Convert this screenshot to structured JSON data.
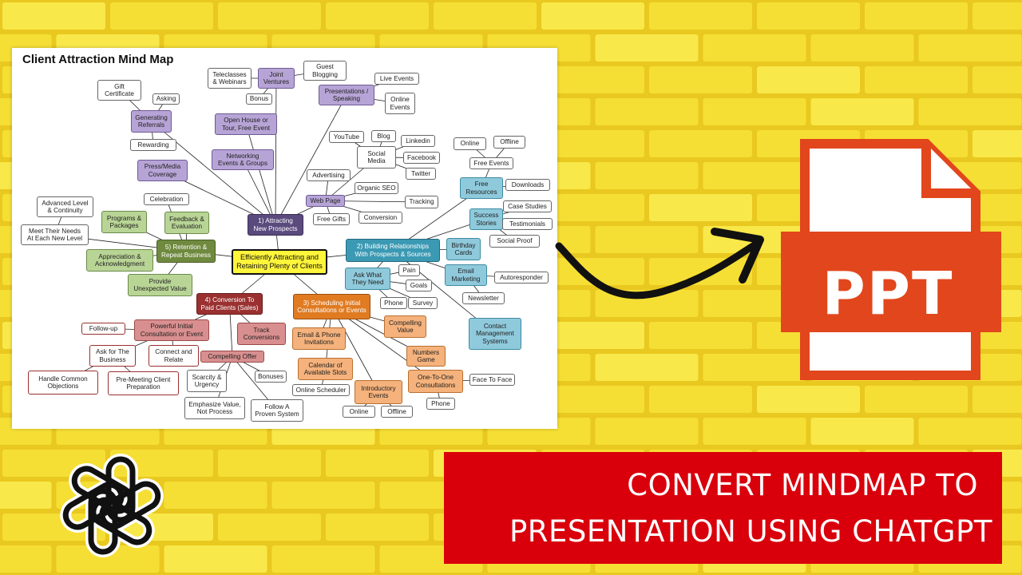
{
  "mindmap": {
    "title": "Client Attraction Mind Map",
    "center": "Efficiently Attracting and\nRetaining Plenty of Clients",
    "nodes": [
      {
        "id": "attract",
        "label": "1) Attracting\nNew Prospects"
      },
      {
        "id": "joint",
        "label": "Joint\nVentures"
      },
      {
        "id": "teleclasses",
        "label": "Teleclasses\n& Webinars"
      },
      {
        "id": "guest",
        "label": "Guest\nBlogging"
      },
      {
        "id": "bonus",
        "label": "Bonus"
      },
      {
        "id": "presentations",
        "label": "Presentations /\nSpeaking"
      },
      {
        "id": "liveevents",
        "label": "Live Events"
      },
      {
        "id": "onlineevents",
        "label": "Online\nEvents"
      },
      {
        "id": "openhouse",
        "label": "Open House or\nTour, Free Event"
      },
      {
        "id": "networking",
        "label": "Networking\nEvents & Groups"
      },
      {
        "id": "press",
        "label": "Press/Media\nCoverage"
      },
      {
        "id": "generating",
        "label": "Generating\nReferrals"
      },
      {
        "id": "gift",
        "label": "Gift\nCertificate"
      },
      {
        "id": "asking",
        "label": "Asking"
      },
      {
        "id": "rewarding",
        "label": "Rewarding"
      },
      {
        "id": "webpage",
        "label": "Web Page"
      },
      {
        "id": "advertising",
        "label": "Advertising"
      },
      {
        "id": "social",
        "label": "Social\nMedia"
      },
      {
        "id": "youtube",
        "label": "YouTube"
      },
      {
        "id": "blog",
        "label": "Blog"
      },
      {
        "id": "linkedin",
        "label": "Linkedin"
      },
      {
        "id": "facebook",
        "label": "Facebook"
      },
      {
        "id": "twitter",
        "label": "Twitter"
      },
      {
        "id": "organicseo",
        "label": "Organic SEO"
      },
      {
        "id": "tracking",
        "label": "Tracking"
      },
      {
        "id": "freegifts",
        "label": "Free Gifts"
      },
      {
        "id": "conversion",
        "label": "Conversion"
      },
      {
        "id": "relations",
        "label": "2) Building Relationships\nWith Prospects & Sources"
      },
      {
        "id": "freeres",
        "label": "Free\nResources"
      },
      {
        "id": "freeevents",
        "label": "Free Events"
      },
      {
        "id": "online1",
        "label": "Online"
      },
      {
        "id": "offline1",
        "label": "Offline"
      },
      {
        "id": "downloads",
        "label": "Downloads"
      },
      {
        "id": "success",
        "label": "Success\nStories"
      },
      {
        "id": "casestudies",
        "label": "Case Studies"
      },
      {
        "id": "testimonials",
        "label": "Testimonials"
      },
      {
        "id": "socialproof",
        "label": "Social Proof"
      },
      {
        "id": "birthday",
        "label": "Birthday\nCards"
      },
      {
        "id": "email",
        "label": "Email\nMarketing"
      },
      {
        "id": "autoresponder",
        "label": "Autoresponder"
      },
      {
        "id": "newsletter",
        "label": "Newsletter"
      },
      {
        "id": "contact",
        "label": "Contact\nManagement\nSystems"
      },
      {
        "id": "askwhat",
        "label": "Ask What\nThey Need"
      },
      {
        "id": "pain",
        "label": "Pain"
      },
      {
        "id": "goals",
        "label": "Goals"
      },
      {
        "id": "phone1",
        "label": "Phone"
      },
      {
        "id": "survey",
        "label": "Survey"
      },
      {
        "id": "retention",
        "label": "5) Retention &\nRepeat Business"
      },
      {
        "id": "celebration",
        "label": "Celebration"
      },
      {
        "id": "feedback",
        "label": "Feedback &\nEvaluation"
      },
      {
        "id": "programs",
        "label": "Programs &\nPackages"
      },
      {
        "id": "advanced",
        "label": "Advanced Level\n& Continuity"
      },
      {
        "id": "meetneeds",
        "label": "Meet Their Needs\nAt Each New Level"
      },
      {
        "id": "appreciation",
        "label": "Appreciation &\nAcknowledgment"
      },
      {
        "id": "provide",
        "label": "Provide\nUnexpected Value"
      },
      {
        "id": "conversionpaid",
        "label": "4) Conversion To\nPaid Clients (Sales)"
      },
      {
        "id": "powerful",
        "label": "Powerful Initial\nConsultation or Event"
      },
      {
        "id": "followup",
        "label": "Follow-up"
      },
      {
        "id": "trackconv",
        "label": "Track\nConversions"
      },
      {
        "id": "askbusiness",
        "label": "Ask for The\nBusiness"
      },
      {
        "id": "connect",
        "label": "Connect and\nRelate"
      },
      {
        "id": "handle",
        "label": "Handle Common\nObjections"
      },
      {
        "id": "premeeting",
        "label": "Pre-Meeting Client\nPreparation"
      },
      {
        "id": "compellingoffer",
        "label": "Compelling Offer"
      },
      {
        "id": "scarcity",
        "label": "Scarcity &\nUrgency"
      },
      {
        "id": "bonuses",
        "label": "Bonuses"
      },
      {
        "id": "emphasize",
        "label": "Emphasize Value,\nNot Process"
      },
      {
        "id": "followproven",
        "label": "Follow A\nProven System"
      },
      {
        "id": "scheduling",
        "label": "3) Scheduling Initial\nConsultations or Events"
      },
      {
        "id": "emailphone",
        "label": "Email & Phone\nInvitations"
      },
      {
        "id": "compellingvalue",
        "label": "Compelling\nValue"
      },
      {
        "id": "numbers",
        "label": "Numbers\nGame"
      },
      {
        "id": "calendar",
        "label": "Calendar of\nAvailable Slots"
      },
      {
        "id": "onlinescheduler",
        "label": "Online Scheduler"
      },
      {
        "id": "introductory",
        "label": "Introductory\nEvents"
      },
      {
        "id": "online2",
        "label": "Online"
      },
      {
        "id": "offline2",
        "label": "Offline"
      },
      {
        "id": "onetoone",
        "label": "One-To-One\nConsultations"
      },
      {
        "id": "facetoface",
        "label": "Face To Face"
      },
      {
        "id": "phone2",
        "label": "Phone"
      }
    ]
  },
  "ppt_icon": {
    "label": "PPT",
    "color": "#e2461c"
  },
  "banner": {
    "line1": "CONVERT MINDMAP TO",
    "line2": "PRESENTATION USING CHATGPT",
    "color": "#d9000c"
  },
  "logo": {
    "icon": "openai-logo-icon"
  },
  "colors": {
    "background": "#f7e13a",
    "brick_mortar": "#e9c81f"
  }
}
